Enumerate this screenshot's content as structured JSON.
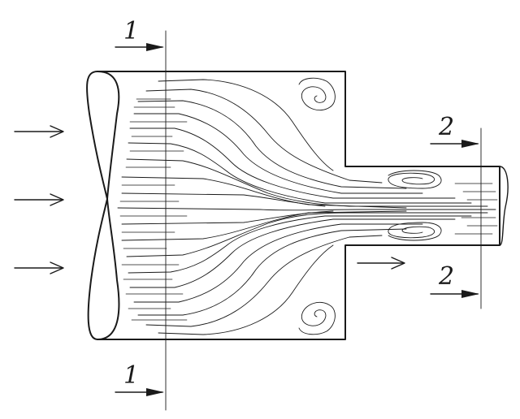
{
  "diagram": {
    "sections": [
      {
        "id": "1",
        "label": "1"
      },
      {
        "id": "2",
        "label": "2"
      }
    ],
    "colors": {
      "line": "#1a1a1a",
      "background": "#ffffff"
    }
  }
}
